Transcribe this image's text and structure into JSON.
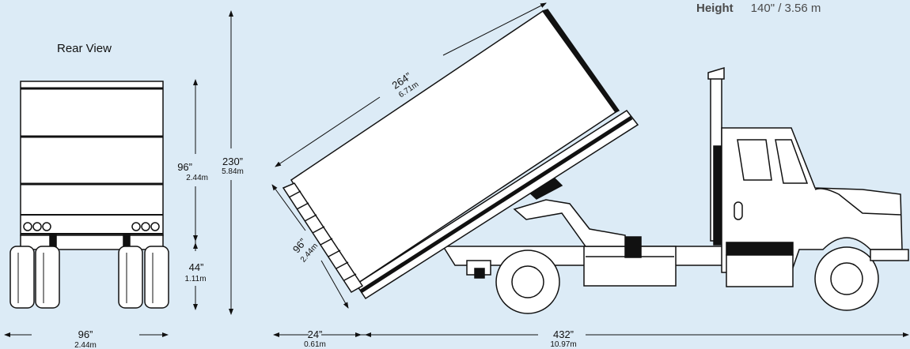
{
  "header": {
    "label": "Height",
    "value": "140\" / 3.56 m"
  },
  "rear_view": {
    "title": "Rear View",
    "width": {
      "imperial": "96”",
      "metric": "2.44m"
    },
    "box_height": {
      "imperial": "96”",
      "metric": "2.44m"
    },
    "floor_height": {
      "imperial": "44”",
      "metric": "1.11m"
    },
    "overall_height": {
      "imperial": "230”",
      "metric": "5.84m"
    }
  },
  "side_view": {
    "container_length": {
      "imperial": "264”",
      "metric": "6.71m"
    },
    "container_height": {
      "imperial": "96”",
      "metric": "2.44m"
    },
    "rear_overhang": {
      "imperial": "24”",
      "metric": "0.61m"
    },
    "truck_length": {
      "imperial": "432”",
      "metric": "10.97m"
    }
  }
}
